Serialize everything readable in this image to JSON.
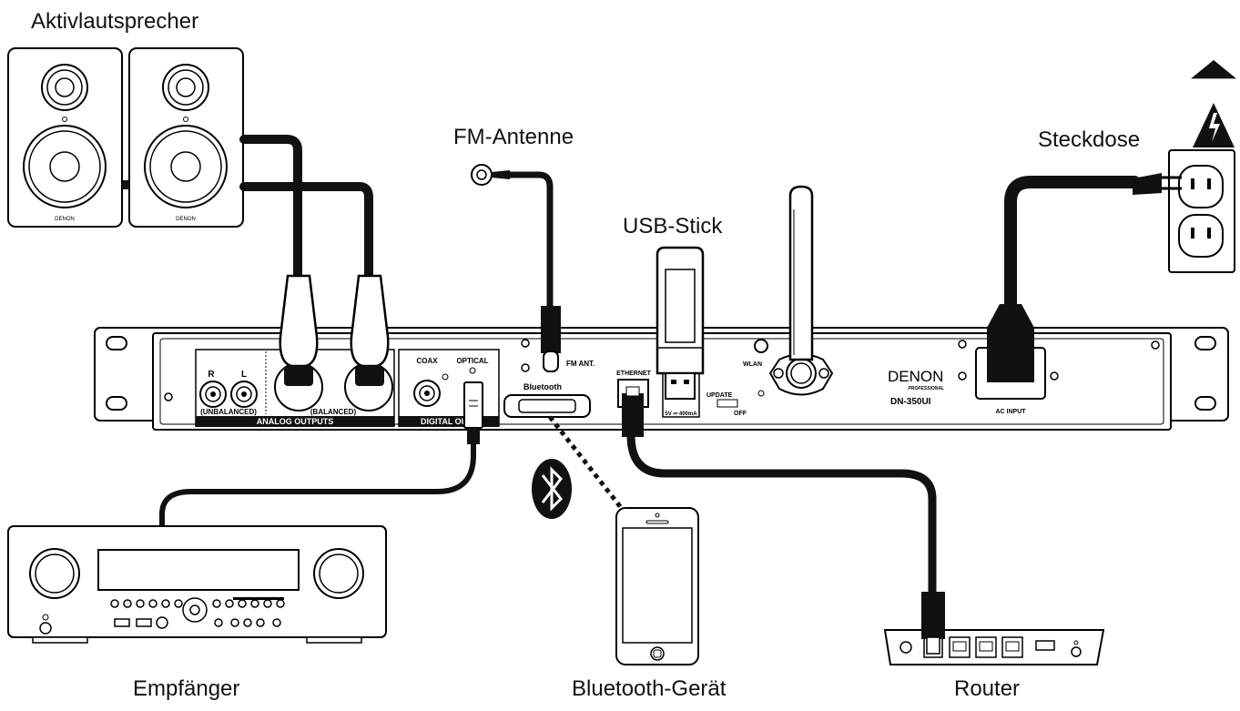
{
  "labels": {
    "speakers": "Aktivlautsprecher",
    "fm_antenna": "FM-Antenne",
    "usb_stick": "USB-Stick",
    "outlet": "Steckdose",
    "receiver": "Empfänger",
    "bluetooth_device": "Bluetooth-Gerät",
    "router": "Router"
  },
  "panel": {
    "analog_outputs": "ANALOG OUTPUTS",
    "unbalanced": "(UNBALANCED)",
    "balanced": "(BALANCED)",
    "r": "R",
    "l": "L",
    "coax": "COAX",
    "optical": "OPTICAL",
    "digital_outputs": "DIGITAL OUT",
    "fm_ant": "FM ANT.",
    "bluetooth": "Bluetooth",
    "ethernet": "ETHERNET",
    "usb_spec": "5V ⎓ 400mA",
    "update": "UPDATE",
    "off": "OFF",
    "wlan": "WLAN",
    "brand": "DENON",
    "brand_sub": "PROFESSIONAL",
    "model": "DN-350UI",
    "ac_input": "AC INPUT"
  },
  "speaker_brand": "DENON",
  "colors": {
    "cable": "#111111",
    "outline": "#000000",
    "background": "#ffffff"
  }
}
